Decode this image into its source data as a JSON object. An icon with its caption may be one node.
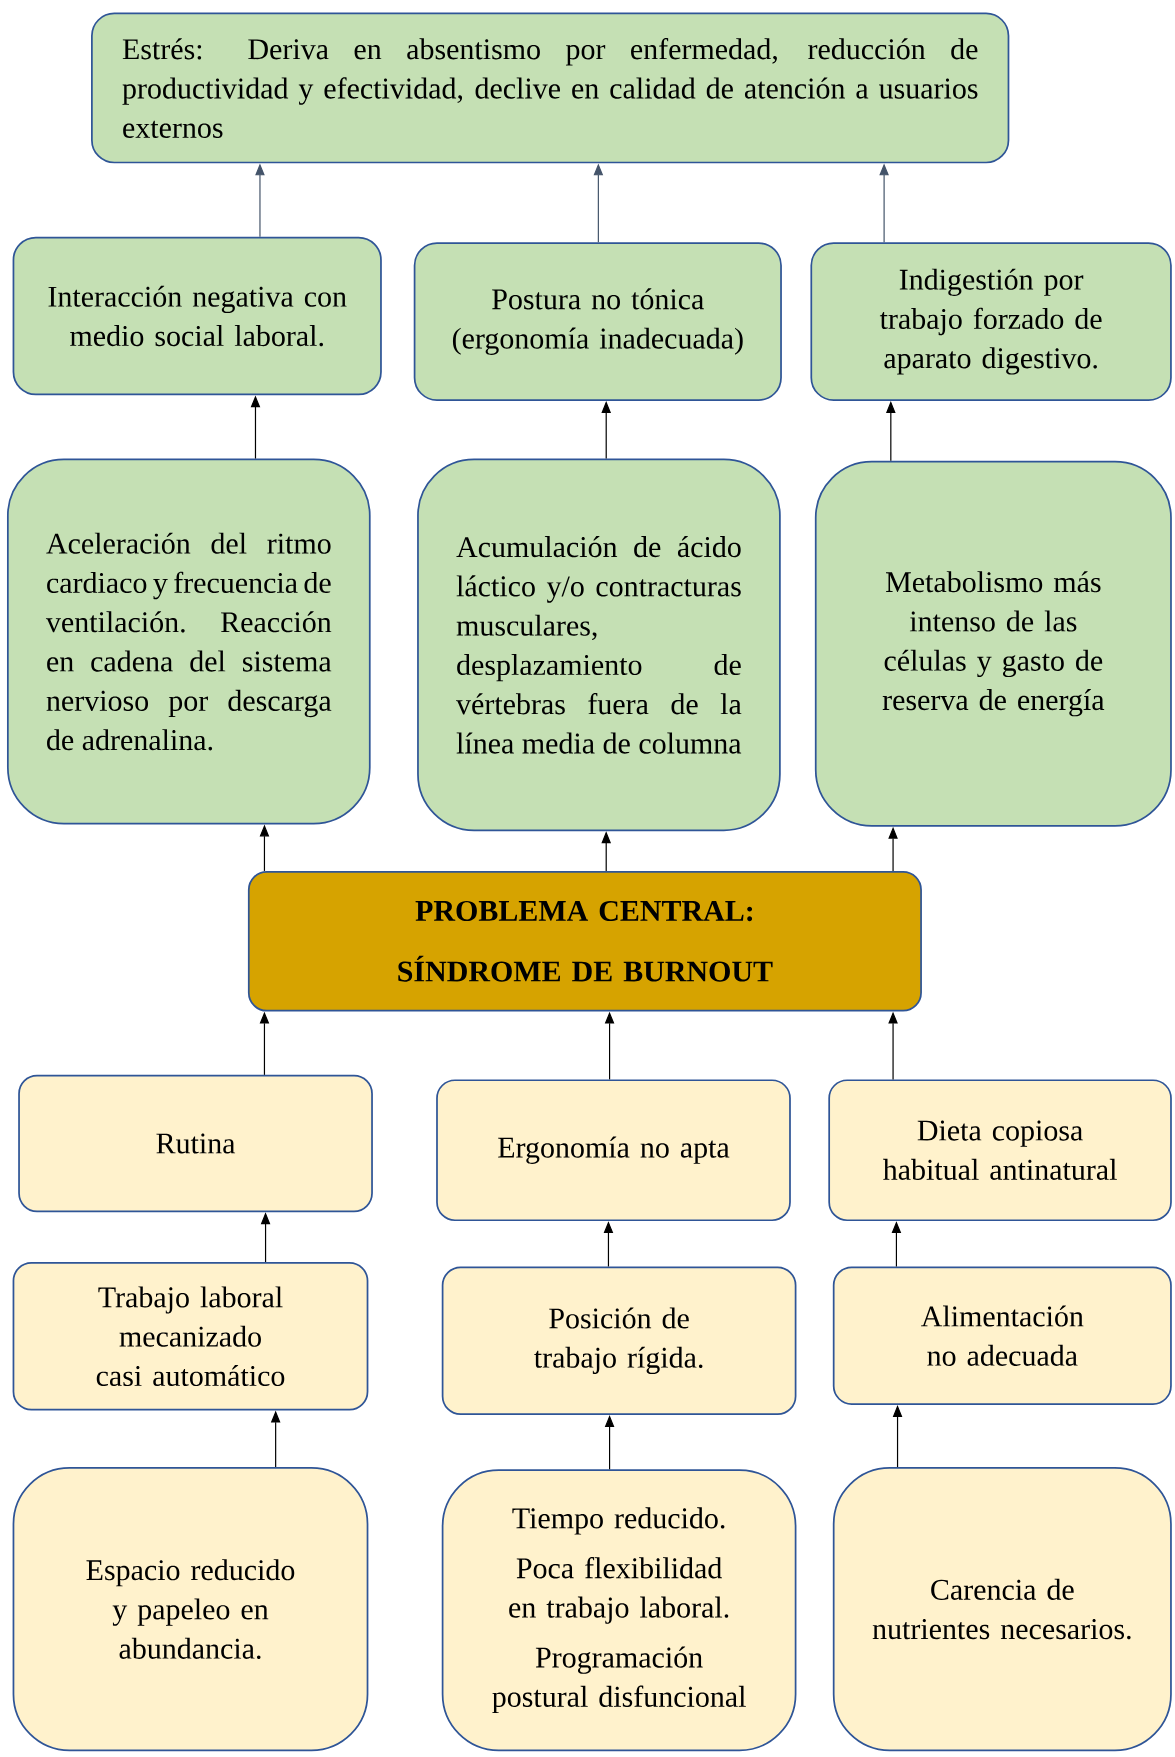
{
  "diagram": {
    "nodes": [
      {
        "text": [
          "Estrés: Deriva en absentismo por enfermedad, reducción de productividad y efectividad, declive en calidad de atención a usuarios externos"
        ]
      },
      {
        "text": [
          "Interacción negativa con medio social laboral."
        ]
      },
      {
        "text": [
          "Postura no tónica (ergonomía inadecuada)"
        ]
      },
      {
        "text": [
          "Indigestión por trabajo forzado de aparato digestivo."
        ]
      },
      {
        "text": [
          "Aceleración del ritmo cardiaco y frecuencia de ventilación. Reacción en cadena del sistema nervioso por descarga de adrenalina."
        ]
      },
      {
        "text": [
          "Acumulación de ácido láctico y/o contracturas musculares, desplazamiento de vértebras fuera de la línea media de columna"
        ]
      },
      {
        "text": [
          "Metabolismo más intenso de las células y gasto de reserva de energía"
        ]
      },
      {
        "text": [
          "PROBLEMA CENTRAL:",
          "SÍNDROME DE BURNOUT"
        ]
      },
      {
        "text": [
          "Rutina"
        ]
      },
      {
        "text": [
          "Ergonomía no apta"
        ]
      },
      {
        "text": [
          "Dieta copiosa habitual antinatural"
        ]
      },
      {
        "text": [
          "Trabajo laboral mecanizado casi automático"
        ]
      },
      {
        "text": [
          "Posición de trabajo rígida."
        ]
      },
      {
        "text": [
          "Alimentación no adecuada"
        ]
      },
      {
        "text": [
          "Espacio reducido y papeleo en abundancia."
        ]
      },
      {
        "text": [
          "Tiempo reducido.",
          "Poca flexibilidad en trabajo laboral.",
          "Programación postural disfuncional"
        ]
      },
      {
        "text": [
          "Carencia de nutrientes necesarios."
        ]
      }
    ],
    "edges": [
      {
        "from": 1,
        "to": 0,
        "arrow": "to",
        "color": "#44546a"
      },
      {
        "from": 2,
        "to": 0,
        "arrow": "to",
        "color": "#44546a"
      },
      {
        "from": 3,
        "to": 0,
        "arrow": "to",
        "color": "#44546a"
      },
      {
        "from": 4,
        "to": 1,
        "arrow": "to"
      },
      {
        "from": 5,
        "to": 2,
        "arrow": "to"
      },
      {
        "from": 6,
        "to": 3,
        "arrow": "to"
      },
      {
        "from": 7,
        "to": 4,
        "arrow": "to"
      },
      {
        "from": 7,
        "to": 5,
        "arrow": "to"
      },
      {
        "from": 7,
        "to": 6,
        "arrow": "to"
      },
      {
        "from": 8,
        "to": 7,
        "arrow": "to"
      },
      {
        "from": 9,
        "to": 7,
        "arrow": "to"
      },
      {
        "from": 10,
        "to": 7,
        "arrow": "to"
      },
      {
        "from": 11,
        "to": 8,
        "arrow": "to"
      },
      {
        "from": 12,
        "to": 9,
        "arrow": "to"
      },
      {
        "from": 13,
        "to": 10,
        "arrow": "to"
      },
      {
        "from": 14,
        "to": 11,
        "arrow": "to"
      },
      {
        "from": 15,
        "to": 12,
        "arrow": "to"
      },
      {
        "from": 16,
        "to": 13,
        "arrow": "to"
      }
    ]
  }
}
